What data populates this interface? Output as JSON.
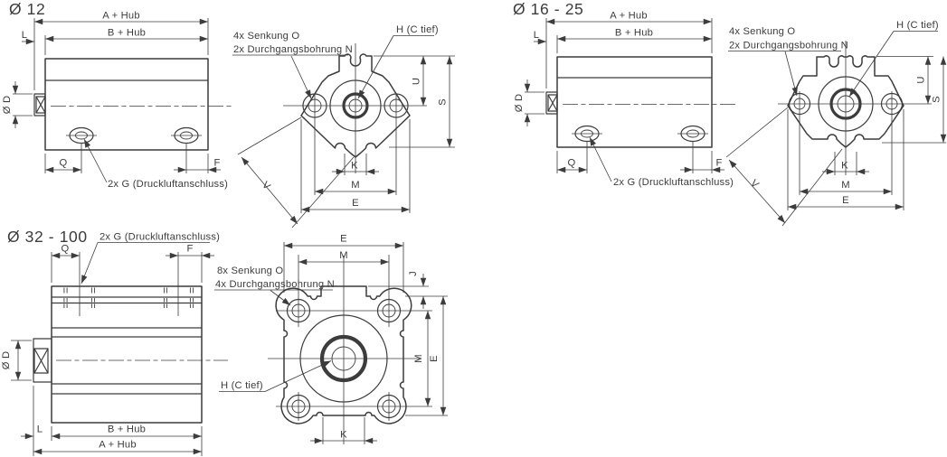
{
  "colors": {
    "background": "#ffffff",
    "line": "#3c3c3c"
  },
  "titles": {
    "d12": "Ø 12",
    "d1625": "Ø 16 - 25",
    "d32": "Ø 32 - 100"
  },
  "dims": {
    "a_hub": "A + Hub",
    "b_hub": "B + Hub",
    "l": "L",
    "dia_d": "Ø D",
    "q": "Q",
    "f": "F",
    "u": "U",
    "s": "S",
    "k": "K",
    "m": "M",
    "e": "E",
    "v": "V",
    "j": "J"
  },
  "callouts": {
    "g2": "2x G (Druckluftanschluss)",
    "senkung_4": "4x Senkung O",
    "bohrung_2": "2x Durchgangsbohrung N",
    "senkung_8": "8x Senkung O",
    "bohrung_4": "4x Durchgangsbohrung N",
    "h_c": "H (C tief)"
  }
}
